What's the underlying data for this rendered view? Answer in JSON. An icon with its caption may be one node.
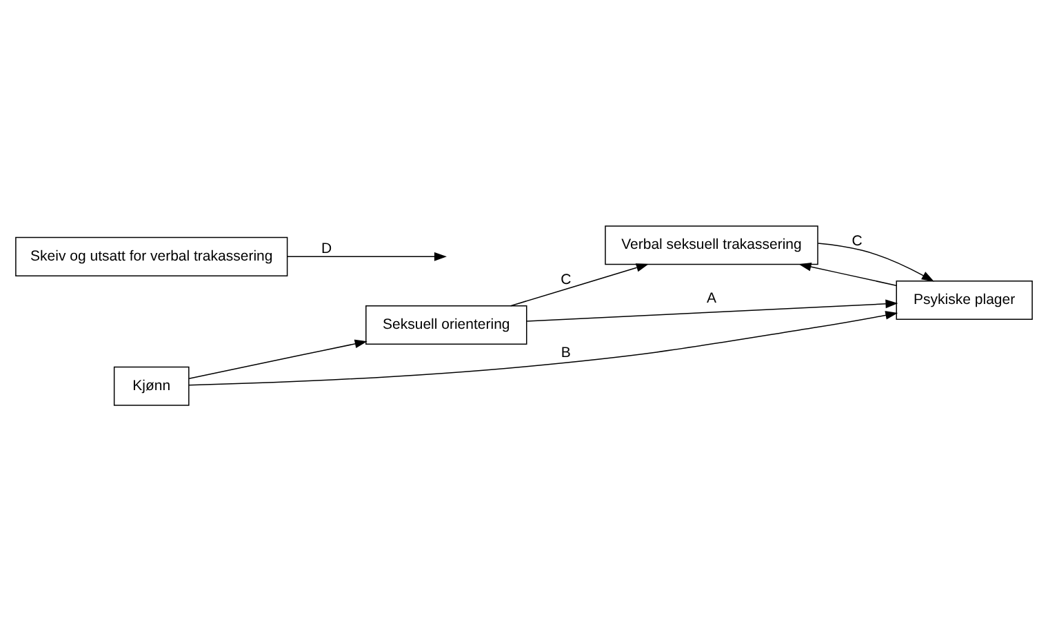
{
  "diagram": {
    "nodes": [
      {
        "text": [
          "Seksuell orientering"
        ]
      },
      {
        "text": [
          "Verbal seksuell trakassering"
        ]
      },
      {
        "text": [
          "Psykiske plager"
        ]
      },
      {
        "text": [
          "Kjønn"
        ]
      },
      {
        "text": [
          "Skeiv og utsatt for verbal trakassering"
        ]
      }
    ],
    "edges": [
      {
        "from": 0,
        "to": 1,
        "arrow": "to",
        "label": "C"
      },
      {
        "from": 1,
        "to": 2,
        "arrow": "to",
        "label": "C"
      },
      {
        "from": 2,
        "to": 1,
        "arrow": "to"
      },
      {
        "from": 0,
        "to": 2,
        "arrow": "to",
        "label": "A"
      },
      {
        "from": 4,
        "to": null,
        "arrow": "to",
        "label": "D"
      },
      {
        "from": 3,
        "to": 0,
        "arrow": "to"
      },
      {
        "from": 3,
        "to": 2,
        "arrow": "to",
        "label": "B"
      }
    ]
  }
}
